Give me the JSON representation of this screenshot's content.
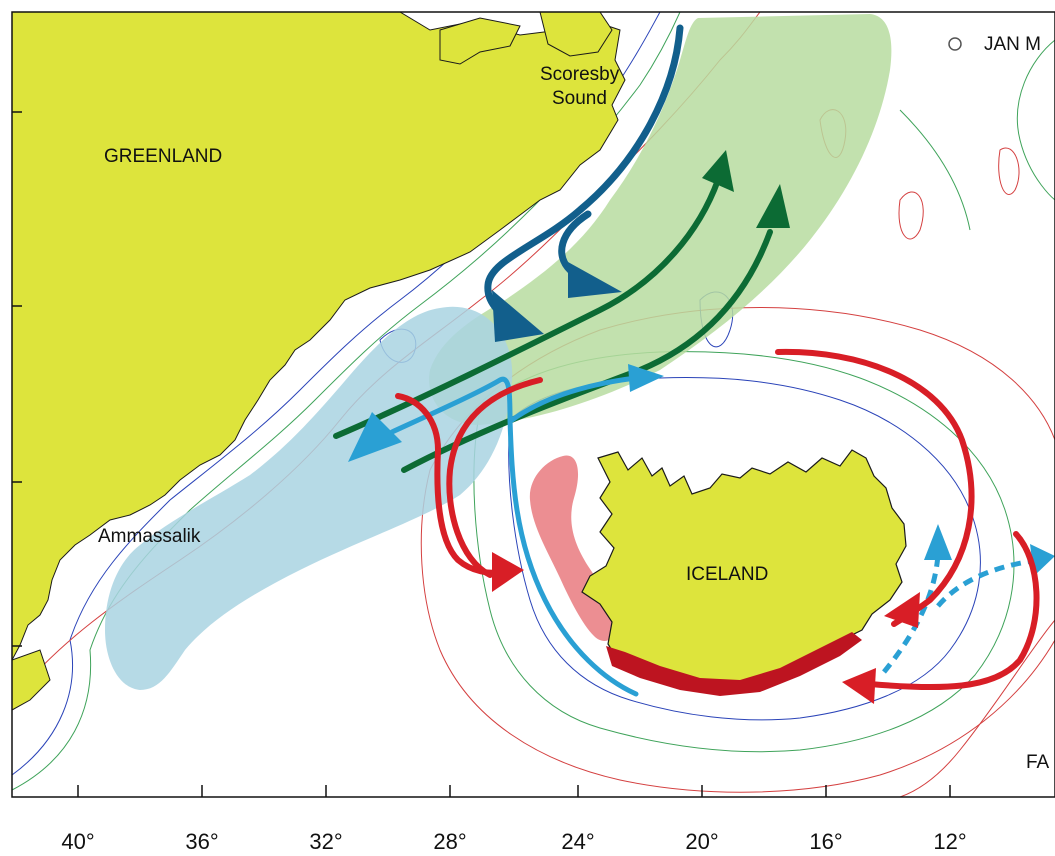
{
  "colors": {
    "land": "#dde43c",
    "sea": "#ffffff",
    "coastline": "#1a1a1a",
    "contour_blue": "#2a43b8",
    "contour_green": "#3fa35a",
    "contour_red": "#d44040",
    "zone_green": "#b7dca0",
    "zone_blue": "#a9d3e2",
    "zone_pink": "#ec8e92",
    "arrow_dark_blue": "#125f8c",
    "arrow_green": "#0c6b34",
    "arrow_light_blue": "#2aa0d4",
    "arrow_red": "#d81e26",
    "south_coast_red": "#bd1420"
  },
  "labels": {
    "greenland": "GREENLAND",
    "iceland": "ICELAND",
    "scoresby_line1": "Scoresby",
    "scoresby_line2": "Sound",
    "ammassalik": "Ammassalik",
    "jan_mayen": "JAN M",
    "faroe": "FA"
  },
  "longitude_axis": {
    "ticks": [
      "40°",
      "36°",
      "32°",
      "28°",
      "24°",
      "20°",
      "16°",
      "12°"
    ]
  },
  "icons": {
    "jan_mayen_marker": "island-circle-icon"
  }
}
